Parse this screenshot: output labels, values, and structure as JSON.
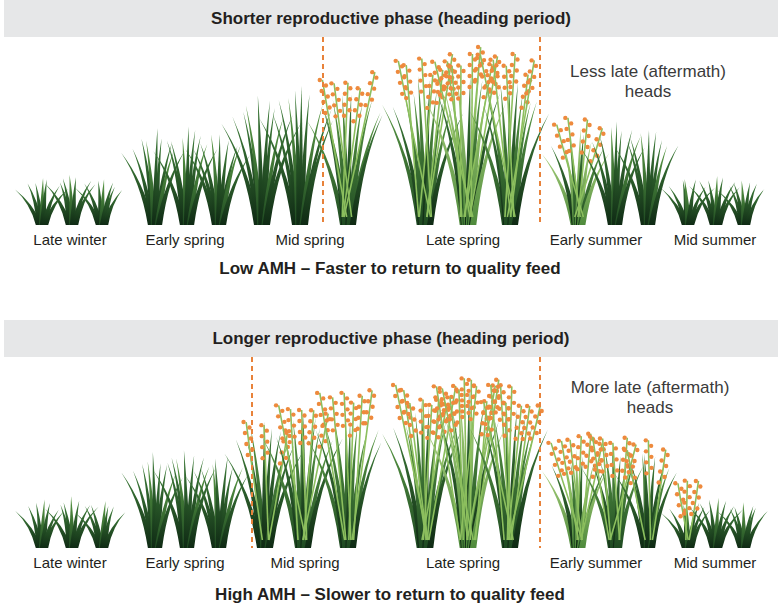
{
  "diagram": {
    "nodes": [
      {
        "text": [
          "Shorter reproductive phase (heading period)"
        ]
      },
      {
        "text": [
          "Longer reproductive phase (heading period)"
        ]
      }
    ],
    "labels": [
      "Less late (aftermath) heads",
      "Late winter",
      "Early spring",
      "Mid spring",
      "Late spring",
      "Early summer",
      "Mid summer",
      "Low AMH – Faster to return to quality feed",
      "More late (aftermath) heads",
      "Late winter",
      "Early spring",
      "Mid spring",
      "Late spring",
      "Early summer",
      "Mid summer",
      "High AMH – Slower to return to quality feed"
    ]
  }
}
